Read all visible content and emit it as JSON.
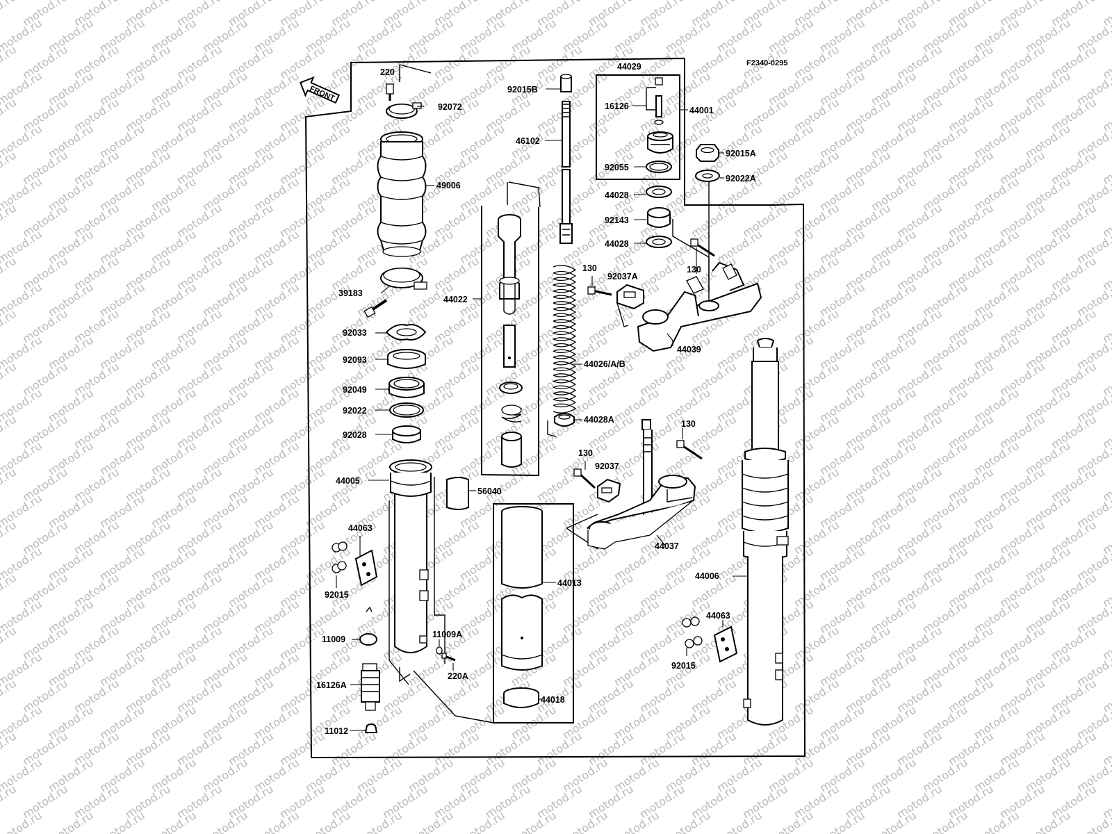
{
  "diagram": {
    "code": "F2340-0295",
    "watermark": "motod.ru",
    "direction_label": "FRONT",
    "parts": [
      {
        "id": "p220",
        "label": "220"
      },
      {
        "id": "p92072",
        "label": "92072"
      },
      {
        "id": "p49006",
        "label": "49006"
      },
      {
        "id": "p39183",
        "label": "39183"
      },
      {
        "id": "p92033",
        "label": "92033"
      },
      {
        "id": "p92093",
        "label": "92093"
      },
      {
        "id": "p92049",
        "label": "92049"
      },
      {
        "id": "p92022",
        "label": "92022"
      },
      {
        "id": "p92028",
        "label": "92028"
      },
      {
        "id": "p44005",
        "label": "44005"
      },
      {
        "id": "p44063a",
        "label": "44063"
      },
      {
        "id": "p92015a",
        "label": "92015"
      },
      {
        "id": "p11009",
        "label": "11009"
      },
      {
        "id": "p16126A",
        "label": "16126A"
      },
      {
        "id": "p11012",
        "label": "11012"
      },
      {
        "id": "p11009A",
        "label": "11009A"
      },
      {
        "id": "p220A",
        "label": "220A"
      },
      {
        "id": "p56040",
        "label": "56040"
      },
      {
        "id": "p44022",
        "label": "44022"
      },
      {
        "id": "p92015B",
        "label": "92015B"
      },
      {
        "id": "p46102",
        "label": "46102"
      },
      {
        "id": "p44013",
        "label": "44013"
      },
      {
        "id": "p44018",
        "label": "44018"
      },
      {
        "id": "p44029",
        "label": "44029"
      },
      {
        "id": "p16126",
        "label": "16126"
      },
      {
        "id": "p44001",
        "label": "44001"
      },
      {
        "id": "p92055",
        "label": "92055"
      },
      {
        "id": "p44028a",
        "label": "44028"
      },
      {
        "id": "p92143",
        "label": "92143"
      },
      {
        "id": "p44028b",
        "label": "44028"
      },
      {
        "id": "p92015A",
        "label": "92015A"
      },
      {
        "id": "p92022A",
        "label": "92022A"
      },
      {
        "id": "p130a",
        "label": "130"
      },
      {
        "id": "p92037A",
        "label": "92037A"
      },
      {
        "id": "p130b",
        "label": "130"
      },
      {
        "id": "p44039",
        "label": "44039"
      },
      {
        "id": "p44026",
        "label": "44026/A/B"
      },
      {
        "id": "p44028A",
        "label": "44028A"
      },
      {
        "id": "p130c",
        "label": "130"
      },
      {
        "id": "p130d",
        "label": "130"
      },
      {
        "id": "p92037",
        "label": "92037"
      },
      {
        "id": "p44037",
        "label": "44037"
      },
      {
        "id": "p44006",
        "label": "44006"
      },
      {
        "id": "p44063b",
        "label": "44063"
      },
      {
        "id": "p92015b",
        "label": "92015"
      }
    ]
  }
}
